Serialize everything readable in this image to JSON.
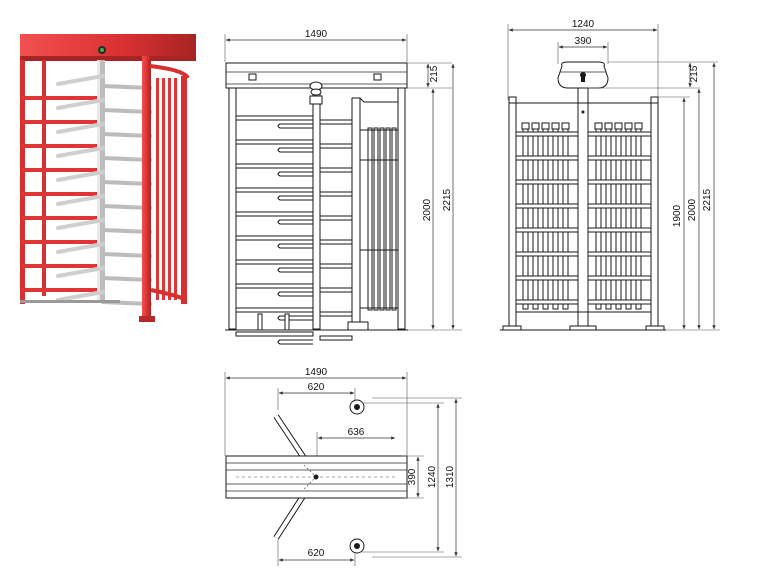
{
  "diagram": {
    "front_view": {
      "width_label": "1490",
      "top_label": "215",
      "height_2000": "2000",
      "height_2215": "2215"
    },
    "side_view": {
      "width_label": "1240",
      "hood_label": "390",
      "top_label": "215",
      "height_1900": "1900",
      "height_2000": "2000",
      "height_2215": "2215"
    },
    "top_view": {
      "width_label": "1490",
      "arm_top_label": "620",
      "arm_mid_label": "636",
      "arm_bottom_label": "620",
      "depth_390": "390",
      "depth_1240": "1240",
      "depth_1310": "1310"
    }
  },
  "colors": {
    "turnstile_red": "#e03535",
    "turnstile_red_dark": "#b82828",
    "steel": "#c9c9c9",
    "steel_dark": "#8e8e8e",
    "line": "#1a1a1a"
  }
}
